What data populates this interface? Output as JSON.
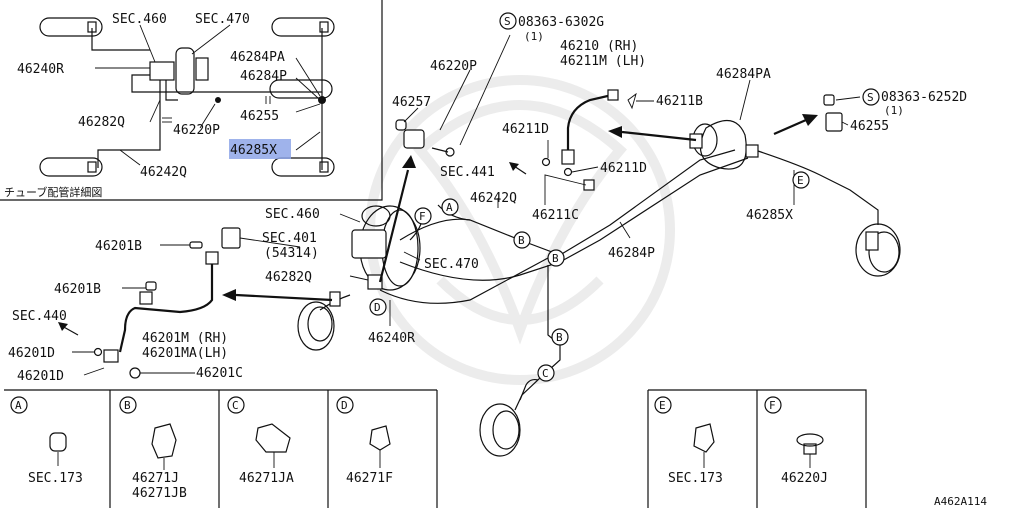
{
  "inset": {
    "caption": "チューブ配管詳細図",
    "labels": {
      "sec460": "SEC.460",
      "sec470": "SEC.470",
      "p46240R": "46240R",
      "p46284PA": "46284PA",
      "p46284P": "46284P",
      "p46255": "46255",
      "p46282Q": "46282Q",
      "p46220P": "46220P",
      "p46285X": "46285X",
      "p46242Q": "46242Q"
    }
  },
  "main": {
    "labels": {
      "s08363_6302G": "08363-6302G",
      "s08363_6302G_qty": "(1)",
      "p46220P": "46220P",
      "p46257": "46257",
      "p46210": "46210 (RH)",
      "p46211M": "46211M (LH)",
      "p46284PA": "46284PA",
      "p46211B": "46211B",
      "s08363_6252D": "08363-6252D",
      "s08363_6252D_qty": "(1)",
      "p46255": "46255",
      "p46211D_a": "46211D",
      "sec441": "SEC.441",
      "p46211D_b": "46211D",
      "p46242Q": "46242Q",
      "p46211C": "46211C",
      "p46285X": "46285X",
      "sec460": "SEC.460",
      "p46201B_a": "46201B",
      "sec401": "SEC.401",
      "sec401_ref": "(54314)",
      "sec470": "SEC.470",
      "p46284P": "46284P",
      "p46282Q": "46282Q",
      "p46201B_b": "46201B",
      "sec440": "SEC.440",
      "p46240R": "46240R",
      "p46201M": "46201M (RH)",
      "p46201MA": "46201MA(LH)",
      "p46201D_a": "46201D",
      "p46201D_b": "46201D",
      "p46201C": "46201C"
    },
    "screw_symbol": "S",
    "callouts": {
      "A": "A",
      "B": "B",
      "C": "C",
      "D": "D",
      "E": "E",
      "F": "F"
    }
  },
  "legend": {
    "A": {
      "letter": "A",
      "parts": [
        "SEC.173"
      ]
    },
    "B": {
      "letter": "B",
      "parts": [
        "46271J",
        "46271JB"
      ]
    },
    "C": {
      "letter": "C",
      "parts": [
        "46271JA"
      ]
    },
    "D": {
      "letter": "D",
      "parts": [
        "46271F"
      ]
    },
    "E": {
      "letter": "E",
      "parts": [
        "SEC.173"
      ]
    },
    "F": {
      "letter": "F",
      "parts": [
        "46220J"
      ]
    }
  },
  "diagram_code": "A462A114",
  "highlight_color": "#8ea6e8"
}
